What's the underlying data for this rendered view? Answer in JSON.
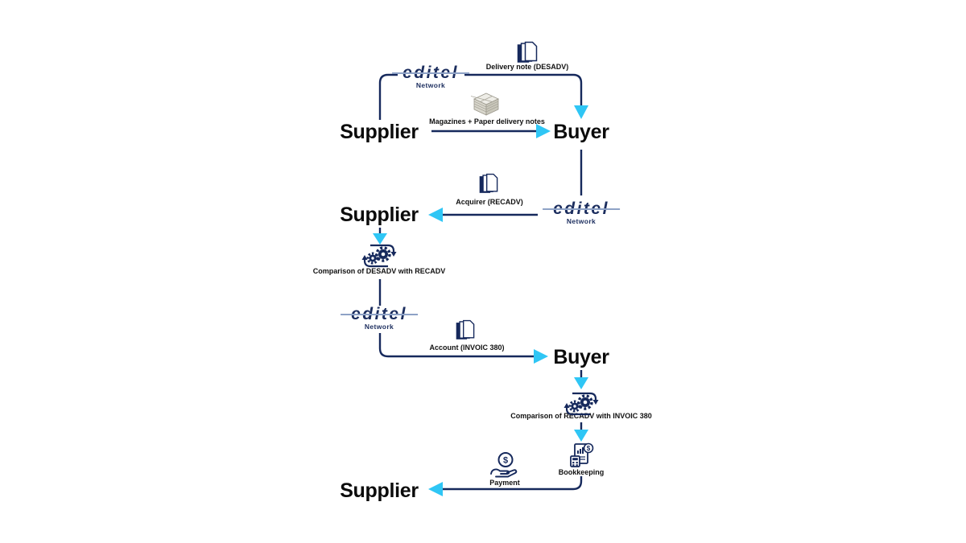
{
  "page": {
    "background": "#ffffff"
  },
  "actors": {
    "supplier": "Supplier",
    "buyer": "Buyer"
  },
  "logo": {
    "name": "editel",
    "subtitle": "Network"
  },
  "labels": {
    "delivery_note": "Delivery note (DESADV)",
    "magazines": "Magazines + Paper delivery notes",
    "acquirer": "Acquirer (RECADV)",
    "comparison_desadv_recadv": "Comparison of DESADV with RECADV",
    "account": "Account (INVOIC 380)",
    "comparison_recadv_invoic": "Comparison of RECADV with INVOIC 380",
    "bookkeeping": "Bookkeeping",
    "payment": "Payment"
  },
  "icons": {
    "delivery_note": "documents-icon",
    "magazines": "paper-stack-icon",
    "acquirer": "documents-icon",
    "comparison1": "sync-gears-icon",
    "account": "documents-icon",
    "comparison2": "sync-gears-icon",
    "bookkeeping": "bookkeeping-icon",
    "payment": "hand-coin-icon"
  },
  "colors": {
    "line_navy": "#16295c",
    "arrow_cyan": "#2fc6f5",
    "logo_text": "#1b2d5e",
    "logo_strike": "#8ea2c6",
    "text_black": "#0b0b0b"
  }
}
